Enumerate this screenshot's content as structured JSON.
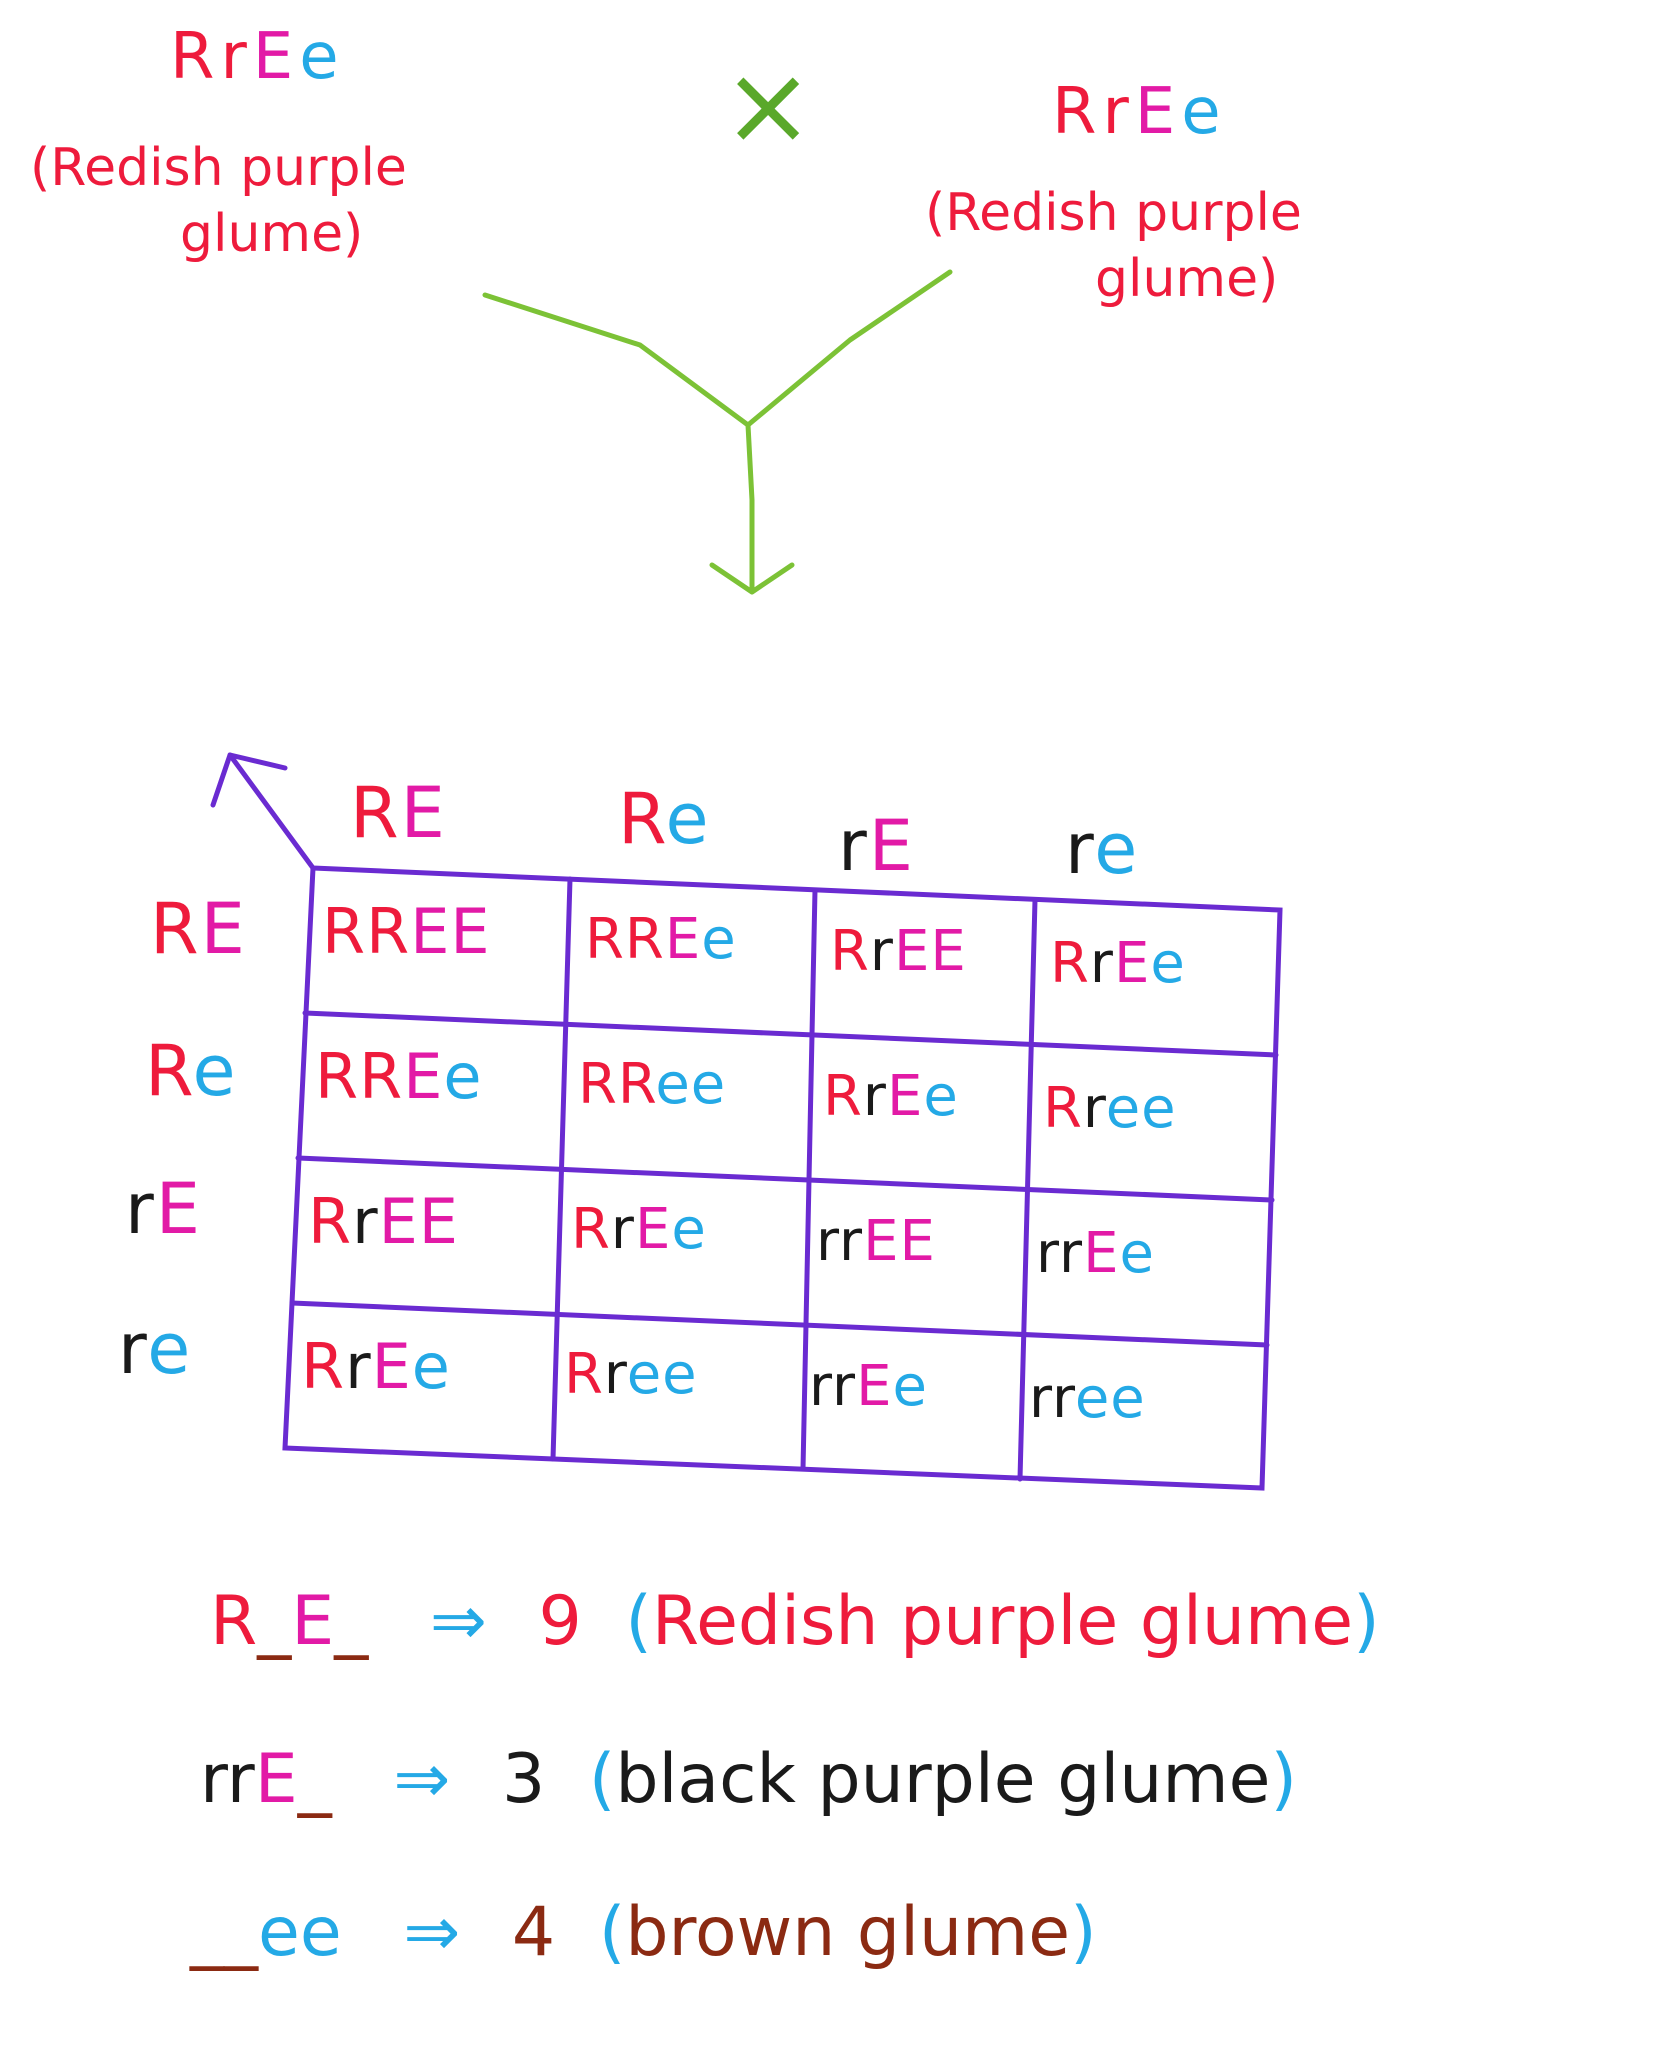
{
  "colors": {
    "red": "#ee1b3c",
    "magenta": "#e21aa6",
    "cyan": "#24a9e6",
    "black": "#1a1a1a",
    "green": "#7cc236",
    "purple": "#6a2bd1",
    "brown": "#8b2a12"
  },
  "cross": {
    "symbol": "×",
    "parent1": {
      "genotype": [
        "R",
        "r",
        "E",
        "e"
      ],
      "phenotype_line1": "(Redish purple",
      "phenotype_line2": "glume)"
    },
    "parent2": {
      "genotype": [
        "R",
        "r",
        "E",
        "e"
      ],
      "phenotype_line1": "(Redish purple",
      "phenotype_line2": "glume)"
    }
  },
  "punnett": {
    "col_headers": [
      [
        "R",
        "E"
      ],
      [
        "R",
        "e"
      ],
      [
        "r",
        "E"
      ],
      [
        "r",
        "e"
      ]
    ],
    "row_headers": [
      [
        "R",
        "E"
      ],
      [
        "R",
        "e"
      ],
      [
        "r",
        "E"
      ],
      [
        "r",
        "e"
      ]
    ],
    "cells": [
      [
        "RREE",
        "RREe",
        "RrEE",
        "RrEe"
      ],
      [
        "RREe",
        "RRee",
        "RrEe",
        "Rree"
      ],
      [
        "RrEE",
        "RrEe",
        "rrEE",
        "rrEe"
      ],
      [
        "RrEe",
        "Rree",
        "rrEe",
        "rree"
      ]
    ]
  },
  "legend": [
    {
      "genotype": "R_E_",
      "arrow": "⇒",
      "count": "9",
      "open": "(",
      "description": "Redish purple glume",
      "close": ")"
    },
    {
      "genotype": "rrE_",
      "arrow": "⇒",
      "count": "3",
      "open": "(",
      "description": "black purple glume",
      "close": ")"
    },
    {
      "genotype": "__ee",
      "arrow": "⇒",
      "count": "4",
      "open": "(",
      "description": "brown glume",
      "close": ")"
    }
  ]
}
